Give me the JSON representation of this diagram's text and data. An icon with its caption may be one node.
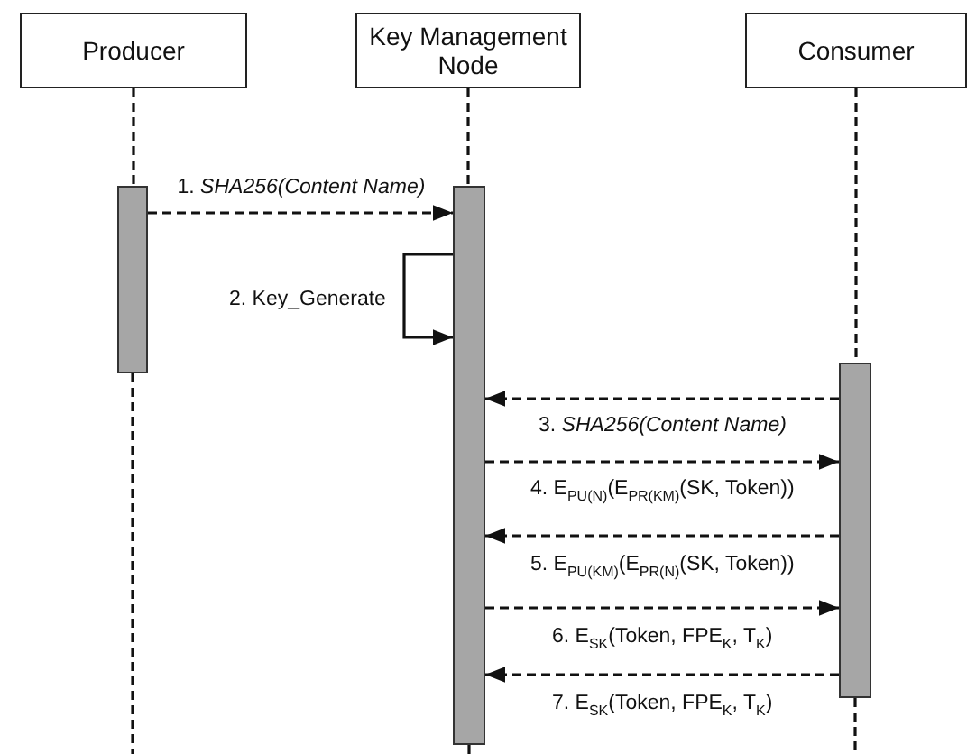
{
  "diagram": {
    "nodes": [
      {
        "text": [
          "Producer"
        ]
      },
      {
        "text": [
          "Key Management Node"
        ]
      },
      {
        "text": [
          "Consumer"
        ]
      },
      {
        "text": [],
        "shape": "bar"
      },
      {
        "text": [],
        "shape": "bar"
      },
      {
        "text": [],
        "shape": "bar"
      }
    ],
    "edges": [
      {
        "from": 3,
        "to": 4,
        "arrow": "to",
        "style": "dashed",
        "label": "1. *SHA256(Content Name)*"
      },
      {
        "from": 4,
        "to": 4,
        "arrow": "to",
        "label": "2. Key_Generate"
      },
      {
        "from": 5,
        "to": 4,
        "arrow": "to",
        "style": "dashed",
        "label": "3. *SHA256(Content Name)*"
      },
      {
        "from": 4,
        "to": 5,
        "arrow": "to",
        "style": "dashed",
        "label": "4. E$_{PU(N)}$(E$_{PR(KM)}$(SK, Token))"
      },
      {
        "from": 5,
        "to": 4,
        "arrow": "to",
        "style": "dashed",
        "label": "5. E$_{PU(KM)}$(E$_{PR(N)}$(SK, Token))"
      },
      {
        "from": 4,
        "to": 5,
        "arrow": "to",
        "style": "dashed",
        "label": "6. E$_{SK}$(Token, FPE$_{K}$, T$_{K}$)"
      },
      {
        "from": 5,
        "to": 4,
        "arrow": "to",
        "style": "dashed",
        "label": "7. E$_{SK}$(Token, FPE$_{K}$, T$_{K}$)"
      },
      {
        "from": 0,
        "to": 3,
        "arrow": "none",
        "style": "dashed"
      },
      {
        "from": 1,
        "to": 4,
        "arrow": "none",
        "style": "dashed"
      },
      {
        "from": 2,
        "to": 5,
        "arrow": "none",
        "style": "dashed"
      }
    ]
  }
}
